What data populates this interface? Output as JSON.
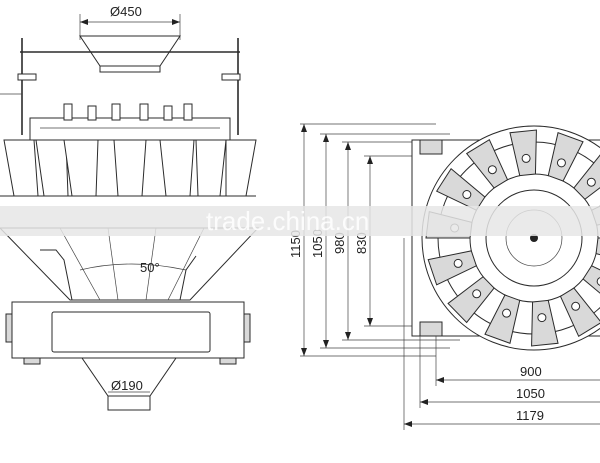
{
  "dimensions": {
    "top_diameter": "Ø450",
    "bottom_diameter": "Ø190",
    "angle": "50°",
    "height_1": "1150",
    "height_2": "1050",
    "height_3": "980",
    "height_4": "830",
    "width_1": "900",
    "width_2": "1050",
    "width_3": "1179"
  },
  "watermark": "trade.china.cn"
}
